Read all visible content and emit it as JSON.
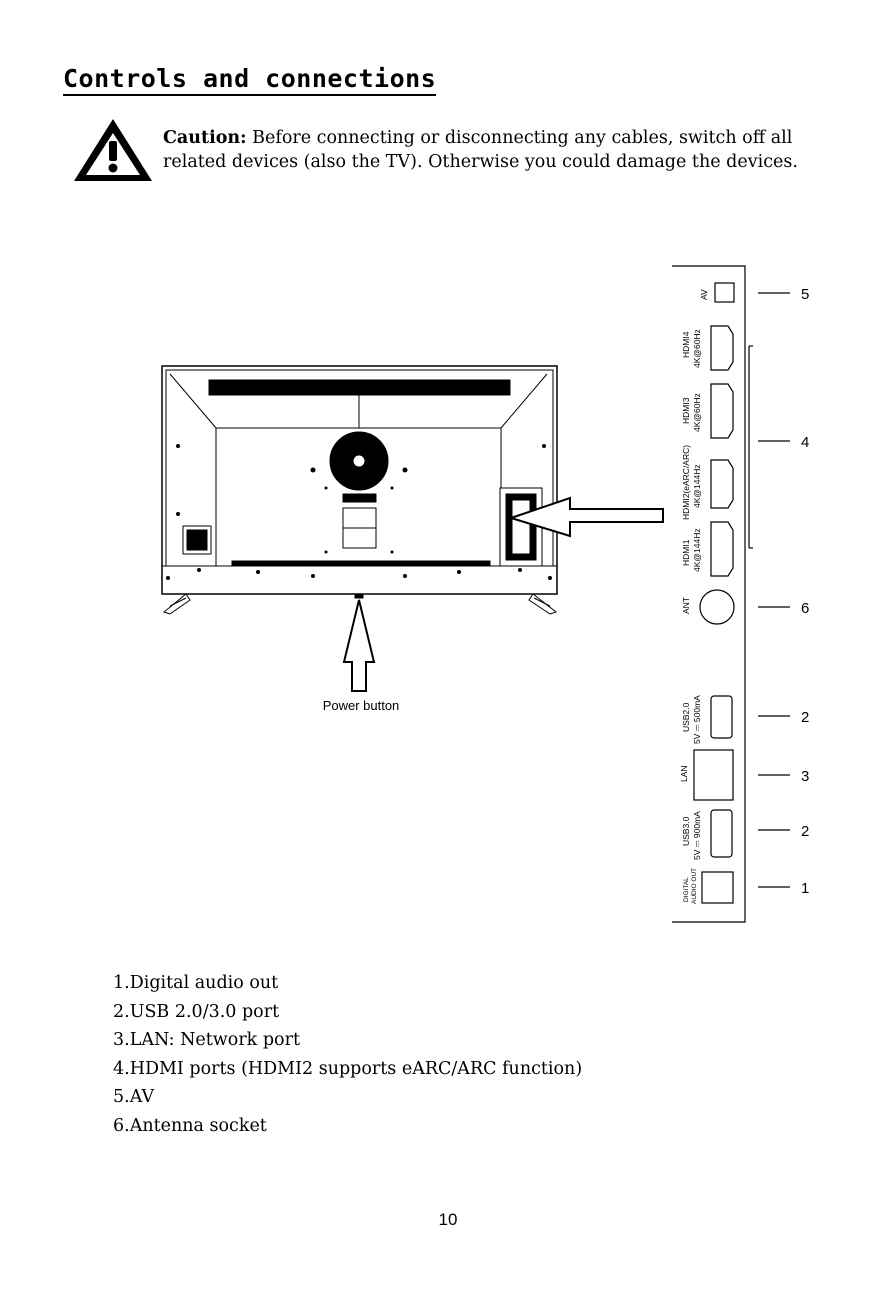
{
  "page": {
    "title": "Controls and connections",
    "caution": {
      "label": "Caution:",
      "text": " Before connecting or disconnecting any cables, switch off all related devices (also the TV). Otherwise you could damage the devices."
    },
    "power_button_label": "Power button",
    "panel": {
      "ports": [
        {
          "label": "AV",
          "callout": "5"
        },
        {
          "label": "HDMI4",
          "sub": "4K@60Hz"
        },
        {
          "label": "HDMI3",
          "sub": "4K@60Hz"
        },
        {
          "label": "HDMI2(eARC/ARC)",
          "sub": "4K@144Hz"
        },
        {
          "label": "HDMI1",
          "sub": "4K@144Hz"
        },
        {
          "label": "ANT",
          "callout": "6"
        },
        {
          "label": "USB2.0",
          "sub": "5V ⎓ 500mA",
          "callout": "2"
        },
        {
          "label": "LAN",
          "callout": "3"
        },
        {
          "label": "USB3.0",
          "sub": "5V ⎓ 900mA",
          "callout": "2"
        },
        {
          "label": "DIGITAL",
          "sub": "AUDIO OUT",
          "callout": "1"
        }
      ],
      "hdmi_group_callout": "4"
    },
    "legend": [
      "1.Digital audio out",
      "2.USB 2.0/3.0 port",
      "3.LAN: Network port",
      "4.HDMI ports (HDMI2 supports eARC/ARC function)",
      "5.AV",
      "6.Antenna socket"
    ],
    "page_number": "10"
  }
}
